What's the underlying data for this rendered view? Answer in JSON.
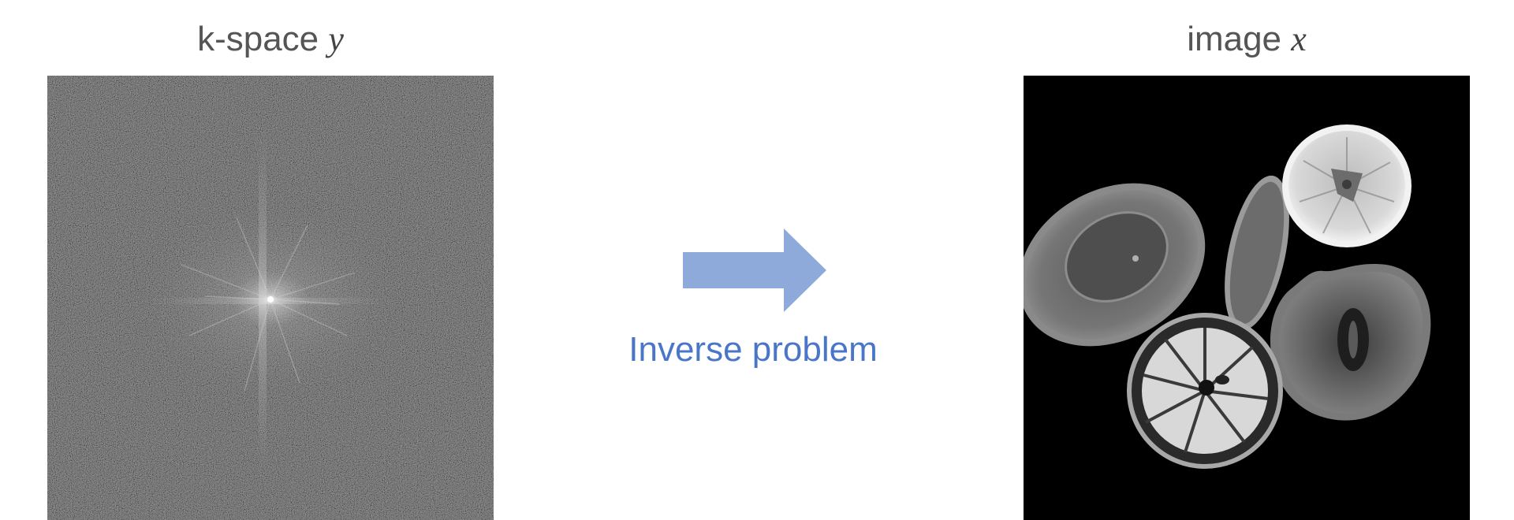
{
  "kspace": {
    "title_text": "k-space ",
    "title_var": "y",
    "background_color": "#4a4a4a"
  },
  "image": {
    "title_text": "image ",
    "title_var": "x",
    "background_color": "#000000"
  },
  "arrow": {
    "label": "Inverse problem",
    "fill_color": "#8eaadb",
    "label_color": "#4a76c9"
  }
}
